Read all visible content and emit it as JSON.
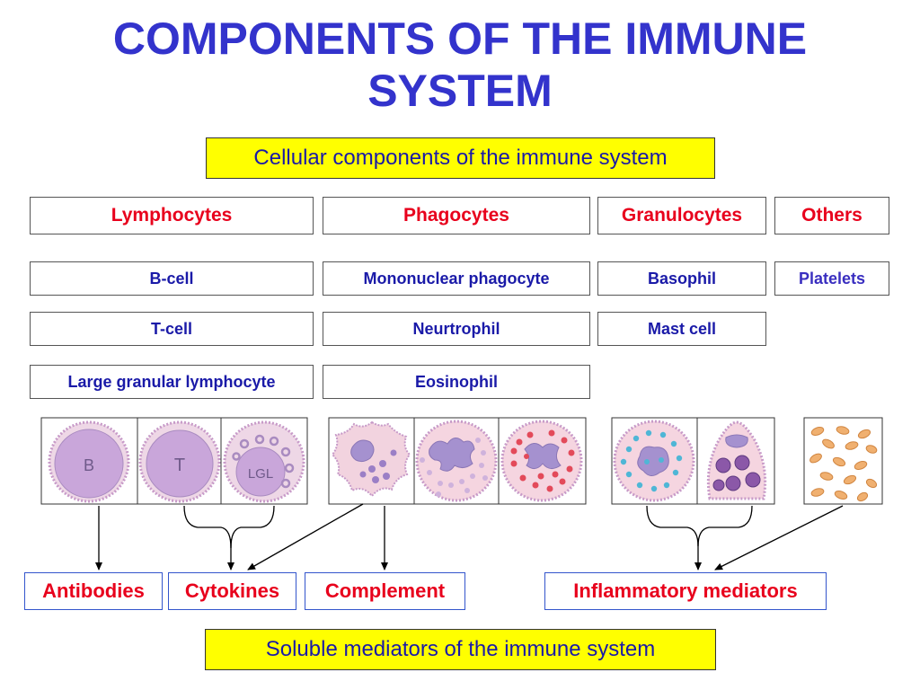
{
  "title": {
    "line1": "COMPONENTS OF THE IMMUNE",
    "line2": "SYSTEM"
  },
  "cellular_label": "Cellular components of the immune system",
  "soluble_label": "Soluble mediators of the immune system",
  "categories": {
    "lymphocytes": "Lymphocytes",
    "phagocytes": "Phagocytes",
    "granulocytes": "Granulocytes",
    "others": "Others"
  },
  "cells": {
    "b_cell": "B-cell",
    "t_cell": "T-cell",
    "lgl": "Large granular lymphocyte",
    "mononuclear": "Mononuclear phagocyte",
    "neutrophil": "Neurtrophil",
    "eosinophil": "Eosinophil",
    "basophil": "Basophil",
    "mast_cell": "Mast cell",
    "platelets": "Platelets"
  },
  "cell_image_labels": {
    "b": "B",
    "t": "T",
    "lgl": "LGL"
  },
  "soluble": {
    "antibodies": "Antibodies",
    "cytokines": "Cytokines",
    "complement": "Complement",
    "inflammatory": "Inflammatory mediators"
  },
  "colors": {
    "title": "#3333cc",
    "header_text": "#e8001c",
    "cell_text": "#1a1aa8",
    "highlight": "#ffff00",
    "cell_membrane": "#c79ac8",
    "lymph_fill": "#c9a6da",
    "pink_fill": "#f5c6d6",
    "nucleus": "#a591cf"
  }
}
